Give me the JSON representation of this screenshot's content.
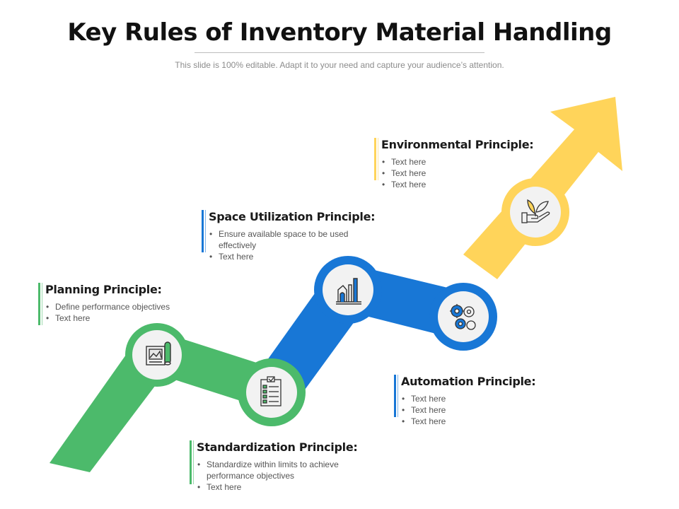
{
  "title": "Key Rules of Inventory Material Handling",
  "subtitle": "This slide is 100% editable.  Adapt it to your need and capture your audience’s attention.",
  "colors": {
    "green": "#4cba6b",
    "blue": "#1877d6",
    "yellow": "#ffd45a",
    "icon_fill": "#f2f2f2"
  },
  "principles": [
    {
      "name": "Planning Principle:",
      "icon": "blueprint-icon",
      "bullets": [
        "Define performance objectives",
        "Text here"
      ]
    },
    {
      "name": "Standardization Principle:",
      "icon": "checklist-icon",
      "bullets": [
        "Standardize within limits to achieve performance objectives",
        "Text here"
      ]
    },
    {
      "name": "Space Utilization Principle:",
      "icon": "factory-icon",
      "bullets": [
        "Ensure available space to be used effectively",
        "Text here"
      ]
    },
    {
      "name": "Automation Principle:",
      "icon": "gears-icon",
      "bullets": [
        "Text here",
        "Text here",
        "Text here"
      ]
    },
    {
      "name": "Environmental Principle:",
      "icon": "plant-in-hand-icon",
      "bullets": [
        "Text here",
        "Text here",
        "Text here"
      ]
    }
  ]
}
